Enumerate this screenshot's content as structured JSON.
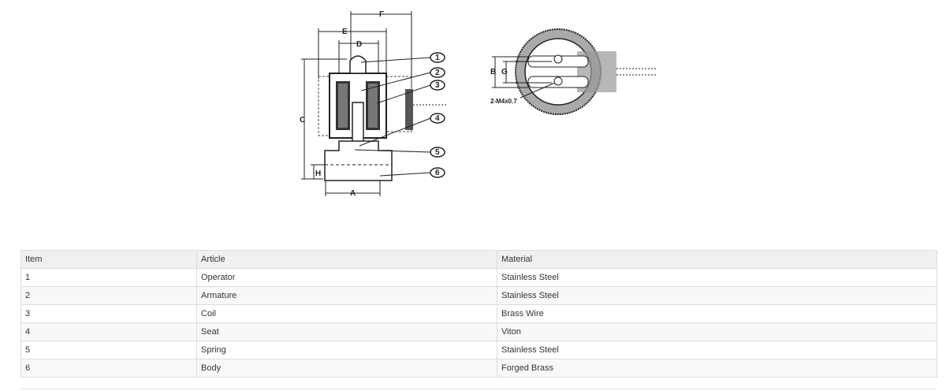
{
  "drawing": {
    "dimension_labels": [
      "F",
      "E",
      "D",
      "C",
      "H",
      "A",
      "B",
      "G"
    ],
    "callouts": [
      "1",
      "2",
      "3",
      "4",
      "5",
      "6"
    ],
    "thread_note": "2-M4x0.7"
  },
  "table": {
    "headers": [
      "Item",
      "Article",
      "Material"
    ],
    "rows": [
      [
        "1",
        "Operator",
        "Stainless Steel"
      ],
      [
        "2",
        "Armature",
        "Stainless Steel"
      ],
      [
        "3",
        "Coil",
        "Brass Wire"
      ],
      [
        "4",
        "Seat",
        "Viton"
      ],
      [
        "5",
        "Spring",
        "Stainless Steel"
      ],
      [
        "6",
        "Body",
        "Forged Brass"
      ]
    ]
  }
}
